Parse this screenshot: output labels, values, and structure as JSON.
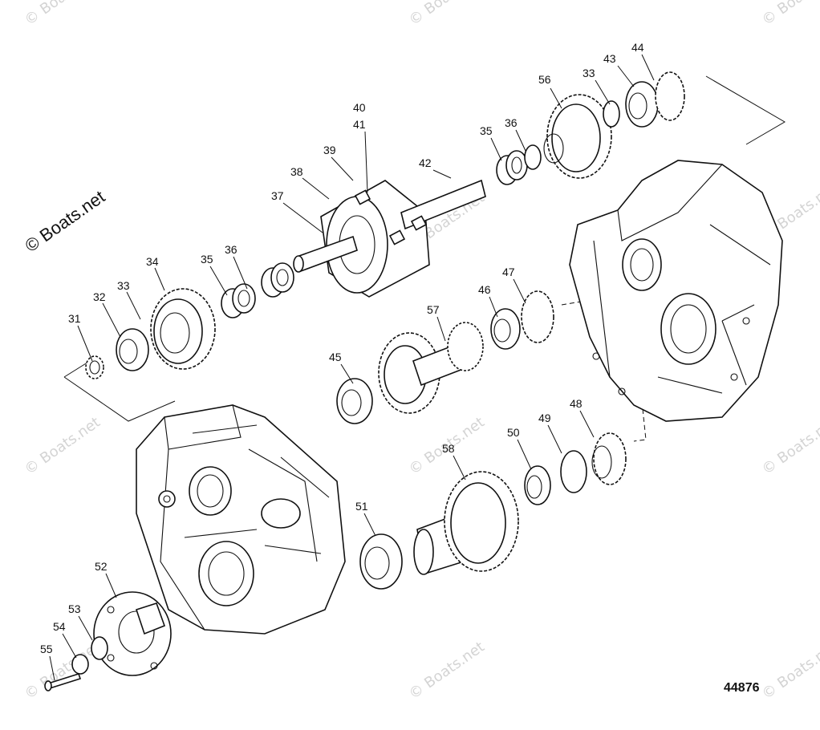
{
  "watermark": {
    "main": "© Boats.net",
    "faint": "© Boats.net"
  },
  "diagram_number": "44876",
  "callouts": [
    {
      "id": "p31",
      "label": "31"
    },
    {
      "id": "p32",
      "label": "32"
    },
    {
      "id": "p33a",
      "label": "33"
    },
    {
      "id": "p34",
      "label": "34"
    },
    {
      "id": "p35a",
      "label": "35"
    },
    {
      "id": "p36a",
      "label": "36"
    },
    {
      "id": "p37",
      "label": "37"
    },
    {
      "id": "p38",
      "label": "38"
    },
    {
      "id": "p39",
      "label": "39"
    },
    {
      "id": "p40",
      "label": "40"
    },
    {
      "id": "p41",
      "label": "41"
    },
    {
      "id": "p42",
      "label": "42"
    },
    {
      "id": "p35b",
      "label": "35"
    },
    {
      "id": "p36b",
      "label": "36"
    },
    {
      "id": "p56",
      "label": "56"
    },
    {
      "id": "p33b",
      "label": "33"
    },
    {
      "id": "p43",
      "label": "43"
    },
    {
      "id": "p44",
      "label": "44"
    },
    {
      "id": "p45",
      "label": "45"
    },
    {
      "id": "p57",
      "label": "57"
    },
    {
      "id": "p46",
      "label": "46"
    },
    {
      "id": "p47",
      "label": "47"
    },
    {
      "id": "p58",
      "label": "58"
    },
    {
      "id": "p50",
      "label": "50"
    },
    {
      "id": "p49",
      "label": "49"
    },
    {
      "id": "p48",
      "label": "48"
    },
    {
      "id": "p51",
      "label": "51"
    },
    {
      "id": "p52",
      "label": "52"
    },
    {
      "id": "p53",
      "label": "53"
    },
    {
      "id": "p54",
      "label": "54"
    },
    {
      "id": "p55",
      "label": "55"
    }
  ]
}
